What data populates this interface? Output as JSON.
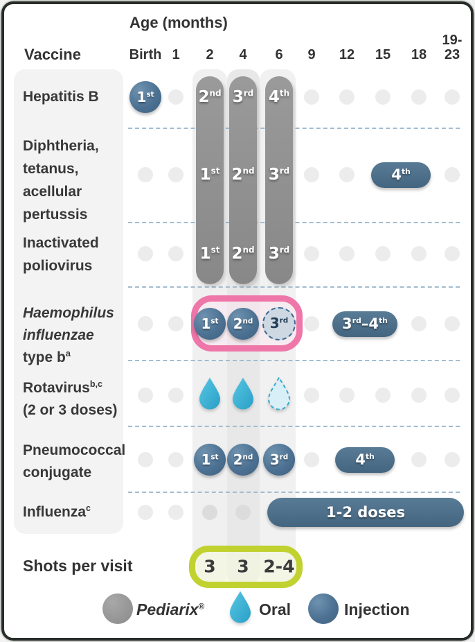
{
  "header": {
    "title": "Age (months)",
    "vaccine_header": "Vaccine",
    "columns": [
      {
        "id": "Birth",
        "label": "Birth"
      },
      {
        "id": "1",
        "label": "1"
      },
      {
        "id": "2",
        "label": "2"
      },
      {
        "id": "4",
        "label": "4"
      },
      {
        "id": "6",
        "label": "6"
      },
      {
        "id": "9",
        "label": "9"
      },
      {
        "id": "12",
        "label": "12"
      },
      {
        "id": "15",
        "label": "15"
      },
      {
        "id": "18",
        "label": "18"
      },
      {
        "id": "19-23",
        "label": "19-\n23"
      }
    ]
  },
  "rows": [
    {
      "id": "hepatitis-b",
      "label_lines": [
        [
          {
            "t": "Hepatitis B"
          }
        ]
      ],
      "items": [
        {
          "type": "circle",
          "month": "Birth",
          "label": [
            {
              "t": "1"
            },
            {
              "sup": "st"
            }
          ]
        },
        {
          "type": "dot",
          "month": "1"
        },
        {
          "type": "capsule-label",
          "month": "2",
          "label": [
            {
              "t": "2"
            },
            {
              "sup": "nd"
            }
          ]
        },
        {
          "type": "capsule-label",
          "month": "4",
          "label": [
            {
              "t": "3"
            },
            {
              "sup": "rd"
            }
          ]
        },
        {
          "type": "capsule-label",
          "month": "6",
          "label": [
            {
              "t": "4"
            },
            {
              "sup": "th"
            }
          ]
        },
        {
          "type": "dot",
          "month": "9"
        },
        {
          "type": "dot",
          "month": "12"
        },
        {
          "type": "dot",
          "month": "15"
        },
        {
          "type": "dot",
          "month": "18"
        },
        {
          "type": "dot",
          "month": "19-23"
        }
      ]
    },
    {
      "id": "dtap",
      "label_lines": [
        [
          {
            "t": "Diphtheria,"
          }
        ],
        [
          {
            "t": "tetanus,"
          }
        ],
        [
          {
            "t": "acellular"
          }
        ],
        [
          {
            "t": "pertussis"
          }
        ]
      ],
      "items": [
        {
          "type": "dot",
          "month": "Birth"
        },
        {
          "type": "dot",
          "month": "1"
        },
        {
          "type": "capsule-label",
          "month": "2",
          "label": [
            {
              "t": "1"
            },
            {
              "sup": "st"
            }
          ]
        },
        {
          "type": "capsule-label",
          "month": "4",
          "label": [
            {
              "t": "2"
            },
            {
              "sup": "nd"
            }
          ]
        },
        {
          "type": "capsule-label",
          "month": "6",
          "label": [
            {
              "t": "3"
            },
            {
              "sup": "rd"
            }
          ]
        },
        {
          "type": "dot",
          "month": "9"
        },
        {
          "type": "dot",
          "month": "12"
        },
        {
          "type": "pill",
          "from": "15",
          "to": "18",
          "label": [
            {
              "t": "4"
            },
            {
              "sup": "th"
            }
          ]
        },
        {
          "type": "dot",
          "month": "19-23"
        }
      ]
    },
    {
      "id": "inactivated-poliovirus",
      "label_lines": [
        [
          {
            "t": "Inactivated"
          }
        ],
        [
          {
            "t": "poliovirus"
          }
        ]
      ],
      "items": [
        {
          "type": "dot",
          "month": "Birth"
        },
        {
          "type": "dot",
          "month": "1"
        },
        {
          "type": "capsule-label",
          "month": "2",
          "label": [
            {
              "t": "1"
            },
            {
              "sup": "st"
            }
          ]
        },
        {
          "type": "capsule-label",
          "month": "4",
          "label": [
            {
              "t": "2"
            },
            {
              "sup": "nd"
            }
          ]
        },
        {
          "type": "capsule-label",
          "month": "6",
          "label": [
            {
              "t": "3"
            },
            {
              "sup": "rd"
            }
          ]
        },
        {
          "type": "dot",
          "month": "9"
        },
        {
          "type": "dot",
          "month": "12"
        },
        {
          "type": "dot",
          "month": "15"
        },
        {
          "type": "dot",
          "month": "18"
        },
        {
          "type": "dot",
          "month": "19-23"
        }
      ]
    },
    {
      "id": "hib",
      "label_lines": [
        [
          {
            "t": "Haemophilus",
            "i": true
          }
        ],
        [
          {
            "t": "influenzae",
            "i": true
          }
        ],
        [
          {
            "t": "type b"
          },
          {
            "sup": "a"
          }
        ]
      ],
      "items": [
        {
          "type": "dot",
          "month": "Birth"
        },
        {
          "type": "dot",
          "month": "1"
        },
        {
          "type": "circle",
          "month": "2",
          "label": [
            {
              "t": "1"
            },
            {
              "sup": "st"
            }
          ]
        },
        {
          "type": "circle",
          "month": "4",
          "label": [
            {
              "t": "2"
            },
            {
              "sup": "nd"
            }
          ]
        },
        {
          "type": "circle-dashed",
          "month": "6",
          "label": [
            {
              "t": "3"
            },
            {
              "sup": "rd"
            }
          ]
        },
        {
          "type": "dot",
          "month": "9"
        },
        {
          "type": "pill",
          "from": "12",
          "to": "15",
          "pad": 21,
          "label": [
            {
              "t": "3"
            },
            {
              "sup": "rd"
            },
            {
              "t": "–"
            },
            {
              "t": "4"
            },
            {
              "sup": "th"
            }
          ]
        },
        {
          "type": "dot",
          "month": "18"
        },
        {
          "type": "dot",
          "month": "19-23"
        }
      ]
    },
    {
      "id": "rotavirus",
      "label_lines": [
        [
          {
            "t": "Rotavirus"
          },
          {
            "sup": "b,c"
          }
        ],
        [
          {
            "t": "(2 or 3 doses)"
          }
        ]
      ],
      "items": [
        {
          "type": "dot",
          "month": "Birth"
        },
        {
          "type": "dot",
          "month": "1"
        },
        {
          "type": "drop",
          "month": "2"
        },
        {
          "type": "drop",
          "month": "4"
        },
        {
          "type": "drop-dashed",
          "month": "6"
        },
        {
          "type": "dot",
          "month": "9"
        },
        {
          "type": "dot",
          "month": "12"
        },
        {
          "type": "dot",
          "month": "15"
        },
        {
          "type": "dot",
          "month": "18"
        },
        {
          "type": "dot",
          "month": "19-23"
        }
      ]
    },
    {
      "id": "pneumococcal-conjugate",
      "label_lines": [
        [
          {
            "t": "Pneumococcal"
          }
        ],
        [
          {
            "t": "conjugate"
          }
        ]
      ],
      "items": [
        {
          "type": "dot",
          "month": "Birth"
        },
        {
          "type": "dot",
          "month": "1"
        },
        {
          "type": "circle",
          "month": "2",
          "label": [
            {
              "t": "1"
            },
            {
              "sup": "st"
            }
          ]
        },
        {
          "type": "circle",
          "month": "4",
          "label": [
            {
              "t": "2"
            },
            {
              "sup": "nd"
            }
          ]
        },
        {
          "type": "circle",
          "month": "6",
          "label": [
            {
              "t": "3"
            },
            {
              "sup": "rd"
            }
          ]
        },
        {
          "type": "dot",
          "month": "9"
        },
        {
          "type": "pill",
          "from": "12",
          "to": "15",
          "label": [
            {
              "t": "4"
            },
            {
              "sup": "th"
            }
          ]
        },
        {
          "type": "dot",
          "month": "18"
        },
        {
          "type": "dot",
          "month": "19-23"
        }
      ]
    },
    {
      "id": "influenza",
      "label_lines": [
        [
          {
            "t": "Influenza"
          },
          {
            "sup": "c"
          }
        ]
      ],
      "items": [
        {
          "type": "dot",
          "month": "Birth"
        },
        {
          "type": "dot",
          "month": "1"
        },
        {
          "type": "dot",
          "month": "2",
          "shade": true
        },
        {
          "type": "dot",
          "month": "4",
          "shade": true
        },
        {
          "type": "pill",
          "from": "6",
          "to": "19-23",
          "h": 42,
          "label": [
            {
              "t": "1-2 doses"
            }
          ]
        }
      ]
    }
  ],
  "shots": {
    "label": "Shots per visit",
    "values": [
      {
        "month": "2",
        "text": "3"
      },
      {
        "month": "4",
        "text": "3"
      },
      {
        "month": "6",
        "text": "2-4"
      }
    ]
  },
  "legend": [
    {
      "icon": "pediarix-circle-icon",
      "label": [
        {
          "t": "Pediarix",
          "i": true
        },
        {
          "sup": "®"
        }
      ]
    },
    {
      "icon": "oral-drop-icon",
      "label": [
        {
          "t": "Oral"
        }
      ]
    },
    {
      "icon": "injection-circle-icon",
      "label": [
        {
          "t": "Injection"
        }
      ]
    }
  ],
  "colors": {
    "injection_blue": "#4b6f8f",
    "pediarix_gray": "#8d8d8d",
    "oral_blue": "#3db5d9",
    "optional_fill": "#cdd8e3",
    "highlight_pink": "#ee76a9",
    "highlight_lime": "#c1d12f",
    "separator_blue": "#a3bccf",
    "dot_gray": "#ececec",
    "text_dark": "#383838"
  }
}
